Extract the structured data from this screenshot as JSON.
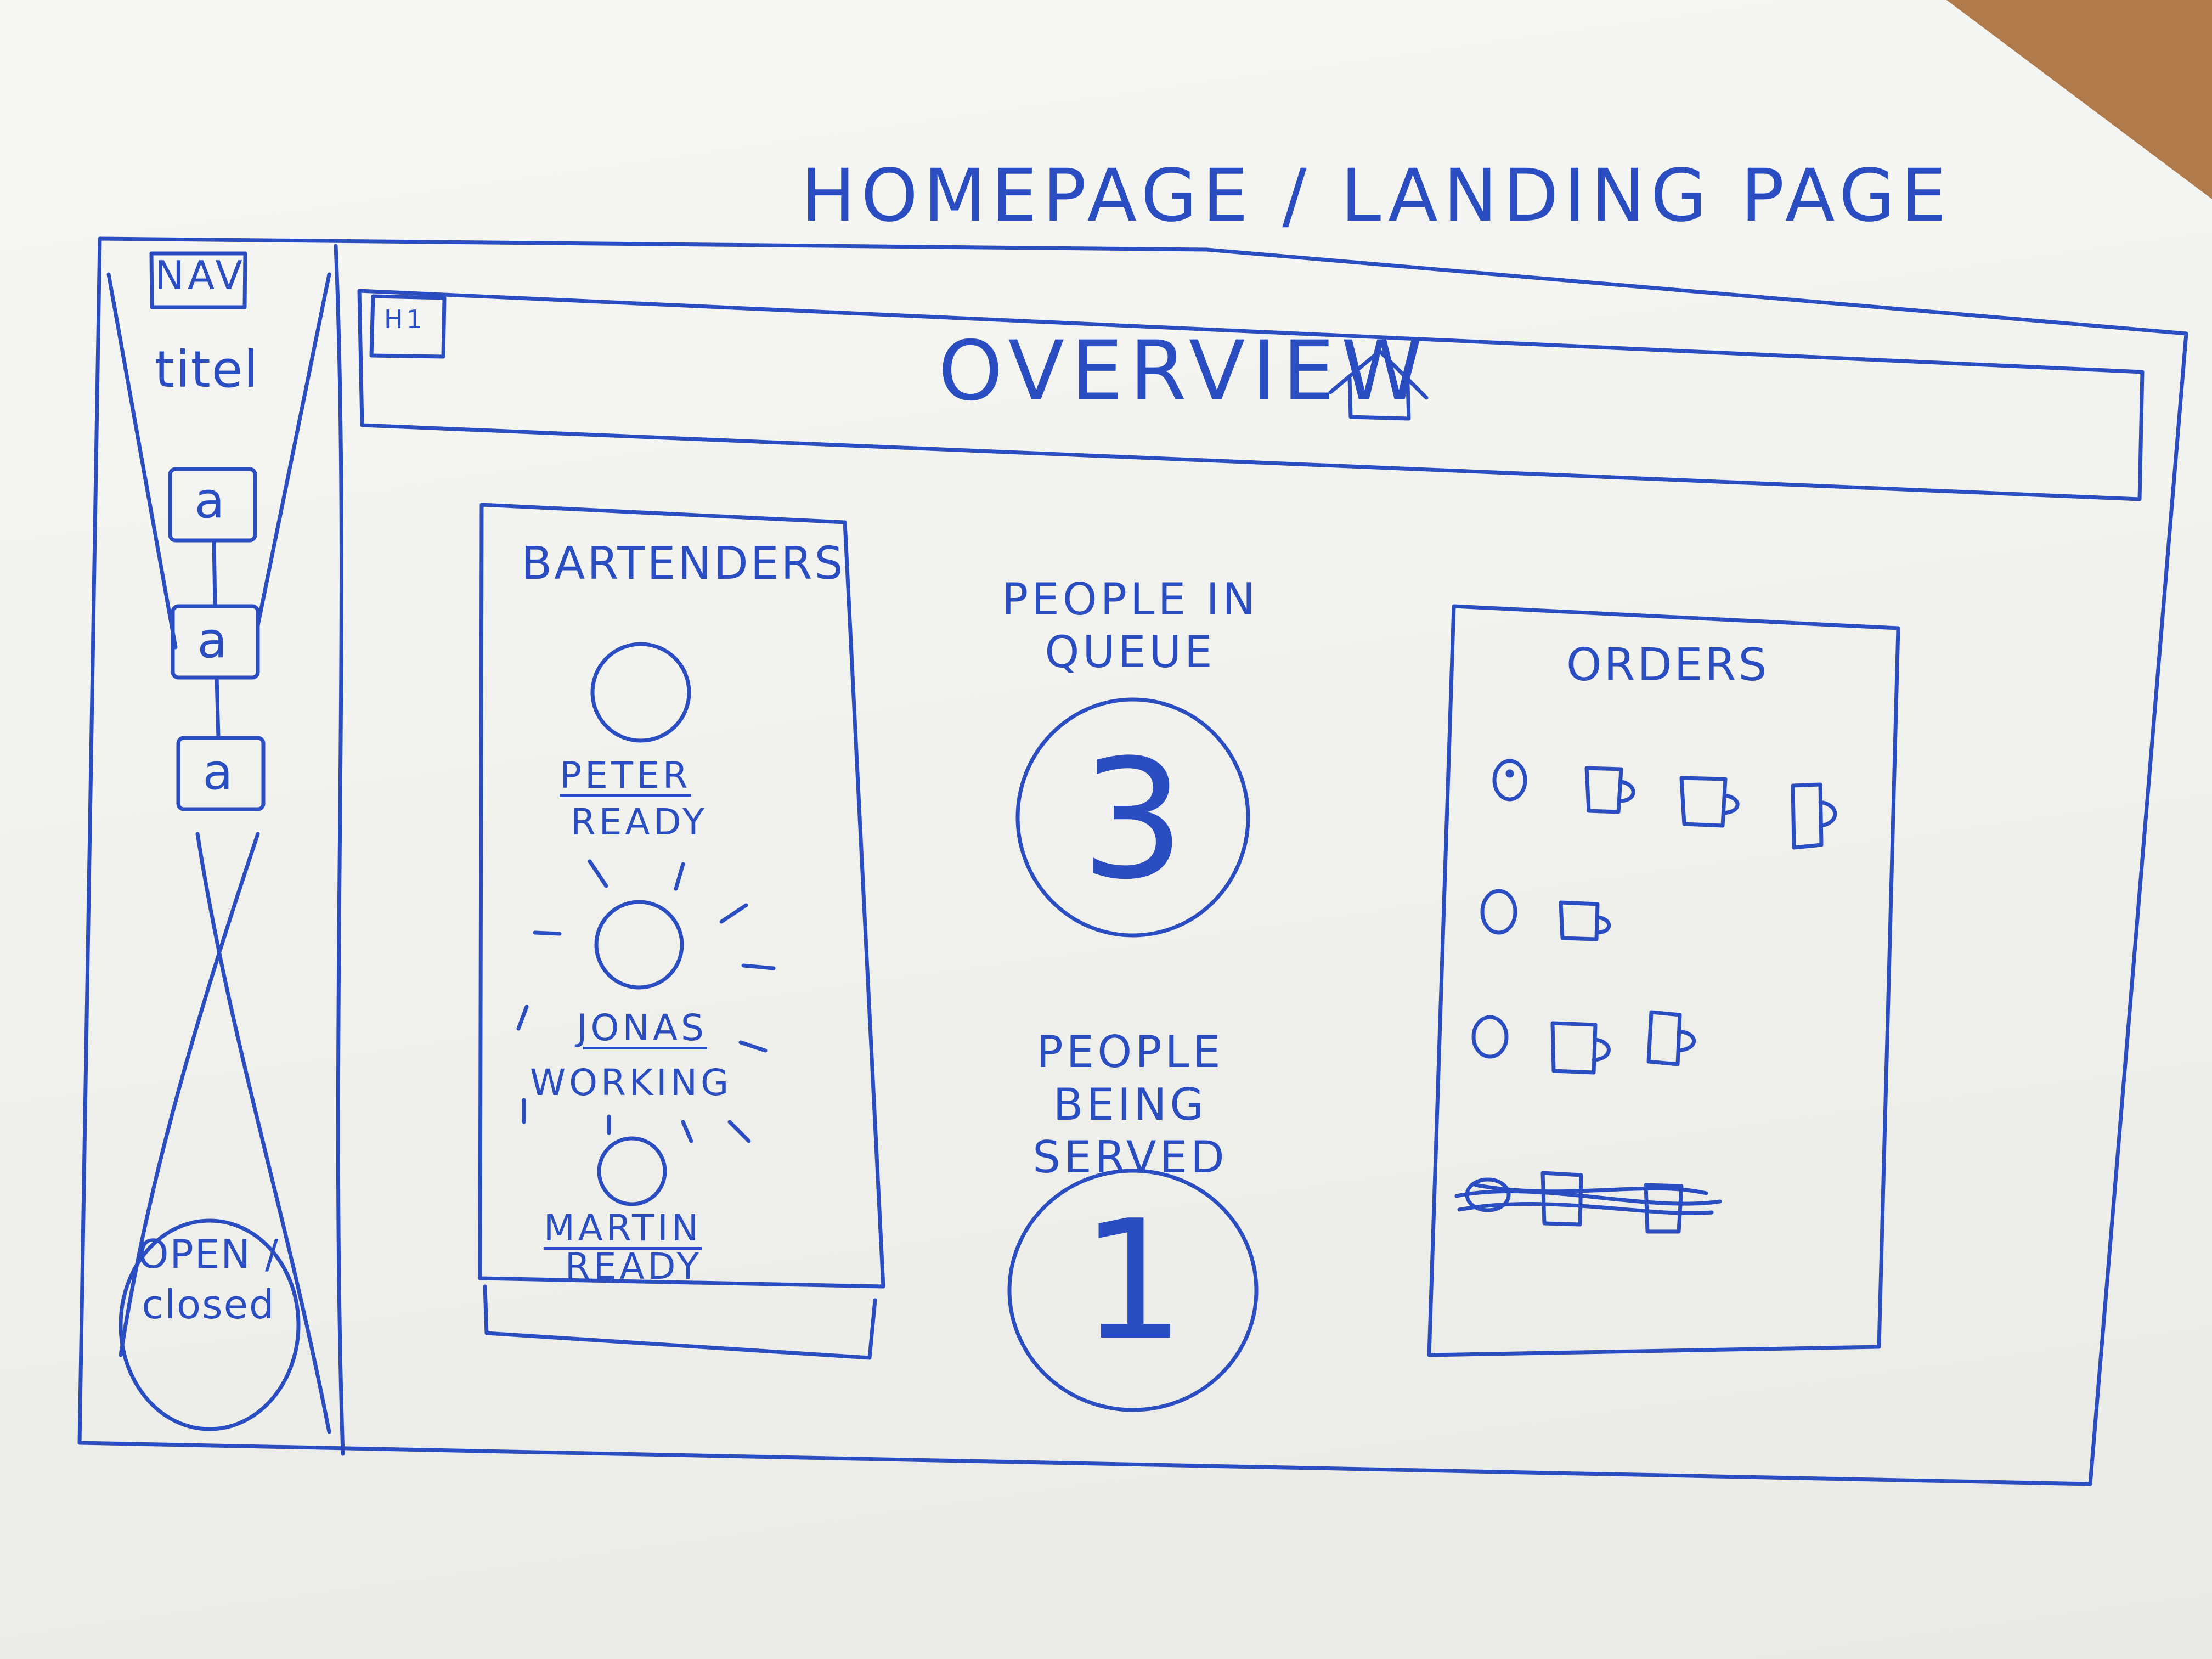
{
  "page_title": "HOMEPAGE / LANDING PAGE",
  "nav": {
    "label": "NAV",
    "title": "titel",
    "items": [
      {
        "label": "a"
      },
      {
        "label": "a"
      },
      {
        "label": "a"
      }
    ],
    "toggle": "OPEN / closed"
  },
  "header": {
    "tag": "H1",
    "title": "OVERVIEW",
    "icon": "home-icon"
  },
  "bartenders": {
    "title": "BARTENDERS",
    "people": [
      {
        "name": "PETER",
        "status": "READY"
      },
      {
        "name": "JONAS",
        "status": "WORKING"
      },
      {
        "name": "MARTIN",
        "status": "READY"
      }
    ]
  },
  "queue": {
    "label": "PEOPLE IN QUEUE",
    "value": "3"
  },
  "served": {
    "label": "PEOPLE BEING SERVED",
    "value": "1"
  },
  "orders": {
    "title": "ORDERS",
    "icons": {
      "customer": "smiley-icon",
      "drink": "cup-icon"
    },
    "rows": [
      {
        "cups": 3
      },
      {
        "cups": 1
      },
      {
        "cups": 2
      }
    ],
    "crossed_out_cups": 2
  },
  "colors": {
    "ink": "#2a4ec1",
    "paper": "#f3f3f1",
    "table": "#b07a4a"
  }
}
